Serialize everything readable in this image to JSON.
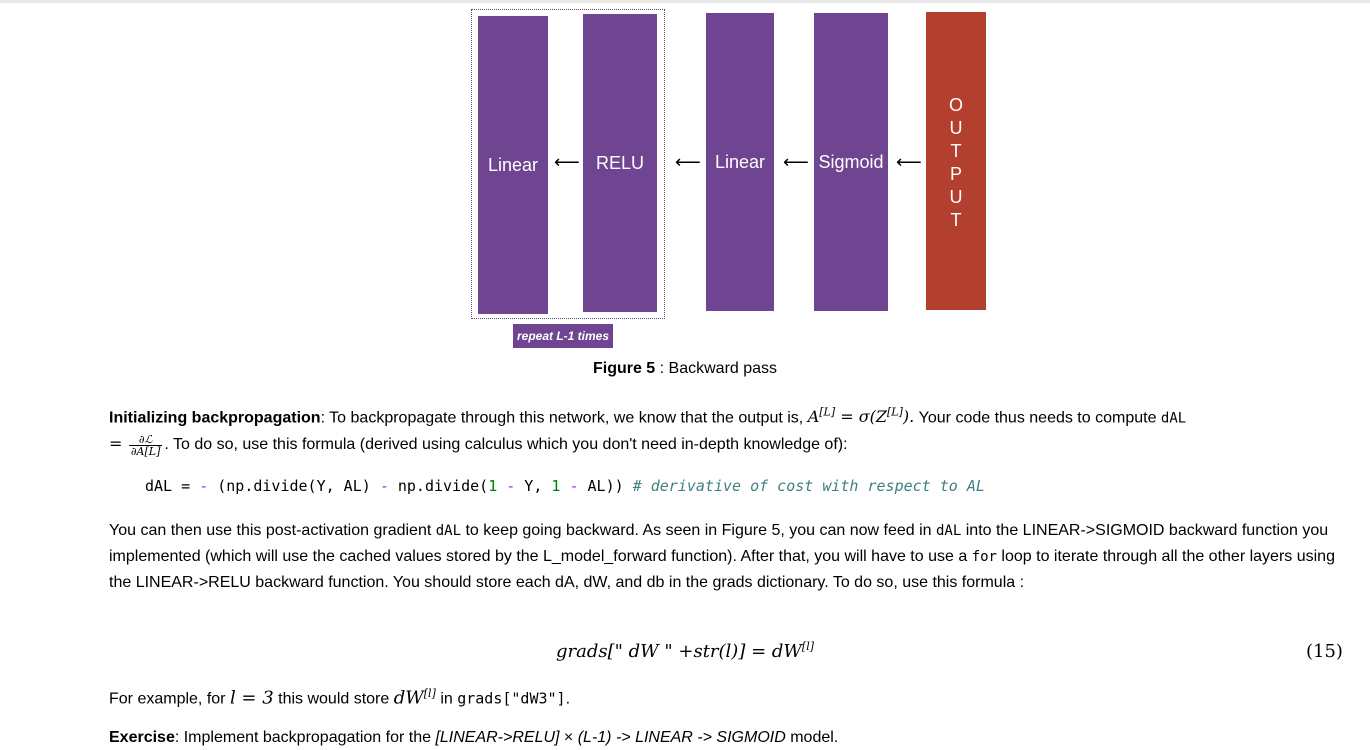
{
  "figure": {
    "blocks": [
      {
        "label": "Linear",
        "color": "#6f4491"
      },
      {
        "label": "RELU",
        "color": "#6f4491"
      },
      {
        "label": "Linear",
        "color": "#6f4491"
      },
      {
        "label": "Sigmoid",
        "color": "#6f4491"
      }
    ],
    "arrow": "⟵",
    "output_letters": [
      "O",
      "U",
      "T",
      "P",
      "U",
      "T"
    ],
    "output_color": "#b3402f",
    "repeat_label": "repeat L-1 times",
    "caption_bold": "Figure 5",
    "caption_rest": " : Backward pass"
  },
  "init": {
    "bold": "Initializing backpropagation",
    "text1": ": To backpropagate through this network, we know that the output is, ",
    "math_output": "A",
    "math_sup": "[L]",
    "math_eq": " = σ(Z",
    "math_close": ").",
    "text2": " Your code thus needs to compute ",
    "code_dAL": "dAL",
    "eq_sign": "=",
    "frac_num": "∂ℒ",
    "frac_den": "∂A[L]",
    "text3": ". To do so, use this formula (derived using calculus which you don't need in-depth knowledge of):"
  },
  "code_line": {
    "p1": "dAL = ",
    "p2": "-",
    "p3": " (np.divide(Y, AL) ",
    "p4": "-",
    "p5": " np.divide(",
    "p6": "1",
    "p7": " ",
    "p8": "-",
    "p9": " Y, ",
    "p10": "1",
    "p11": " ",
    "p12": "-",
    "p13": " AL)) ",
    "comment": "# derivative of cost with respect to AL"
  },
  "para2": {
    "t1": "You can then use this post-activation gradient ",
    "c1": "dAL",
    "t2": " to keep going backward. As seen in Figure 5, you can now feed in ",
    "c2": "dAL",
    "t3": " into the LINEAR->SIGMOID backward function you implemented (which will use the cached values stored by the L_model_forward function). After that, you will have to use a ",
    "c3": "for",
    "t4": " loop to iterate through all the other layers using the LINEAR->RELU backward function. You should store each dA, dW, and db in the grads dictionary. To do so, use this formula :"
  },
  "equation": {
    "text": "grads[\" dW \" +str(l)] = dW",
    "sup": "[l]",
    "number": "(15)"
  },
  "example": {
    "t1": "For example, for ",
    "m1": "l = 3",
    "t2": " this would store ",
    "m2": "dW",
    "m2sup": "[l]",
    "t3": " in ",
    "code": "grads[\"dW3\"]",
    "t4": "."
  },
  "exercise": {
    "bold": "Exercise",
    "t1": ": Implement backpropagation for the ",
    "i1": "[LINEAR->RELU]",
    "t2": " × ",
    "i2": "(L-1) -> LINEAR -> SIGMOID",
    "t3": " model."
  }
}
